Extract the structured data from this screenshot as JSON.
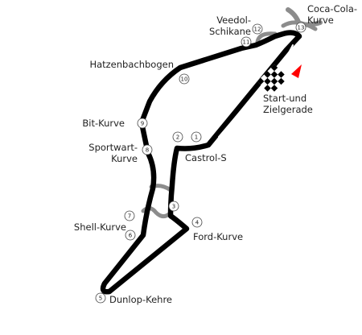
{
  "map": {
    "colors": {
      "track": "#000000",
      "pit_lane": "#ffffff",
      "old_track": "#8c8c8c",
      "marker_fill": "#ffffff",
      "marker_stroke": "#444444",
      "direction_flag": "#ff0000",
      "text": "#222222"
    },
    "labels": {
      "coca_cola_1": "Coca-Cola-",
      "coca_cola_2": "Kurve",
      "veedol_1": "Veedol-",
      "veedol_2": "Schikane",
      "hatzenbach": "Hatzenbachbogen",
      "start_1": "Start-und",
      "start_2": "Zielgerade",
      "bit": "Bit-Kurve",
      "castrol": "Castrol-S",
      "sportwart_1": "Sportwart-",
      "sportwart_2": "Kurve",
      "shell": "Shell-Kurve",
      "ford": "Ford-Kurve",
      "dunlop": "Dunlop-Kehre"
    },
    "corners": [
      "1",
      "2",
      "3",
      "4",
      "5",
      "6",
      "7",
      "8",
      "9",
      "10",
      "11",
      "12",
      "13"
    ]
  }
}
